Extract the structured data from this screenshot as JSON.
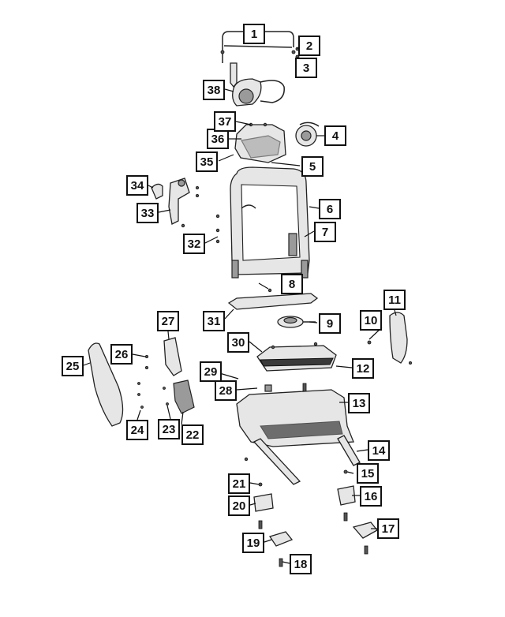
{
  "diagram": {
    "type": "exploded-parts-view",
    "line_color": "#111111",
    "background": "#ffffff",
    "callouts": [
      {
        "id": "c1",
        "label": "1"
      },
      {
        "id": "c2",
        "label": "2"
      },
      {
        "id": "c3",
        "label": "3"
      },
      {
        "id": "c4",
        "label": "4"
      },
      {
        "id": "c5",
        "label": "5"
      },
      {
        "id": "c6",
        "label": "6"
      },
      {
        "id": "c7",
        "label": "7"
      },
      {
        "id": "c8",
        "label": "8"
      },
      {
        "id": "c9",
        "label": "9"
      },
      {
        "id": "c10",
        "label": "10"
      },
      {
        "id": "c11",
        "label": "11"
      },
      {
        "id": "c12",
        "label": "12"
      },
      {
        "id": "c13",
        "label": "13"
      },
      {
        "id": "c14",
        "label": "14"
      },
      {
        "id": "c15",
        "label": "15"
      },
      {
        "id": "c16",
        "label": "16"
      },
      {
        "id": "c17",
        "label": "17"
      },
      {
        "id": "c18",
        "label": "18"
      },
      {
        "id": "c19",
        "label": "19"
      },
      {
        "id": "c20",
        "label": "20"
      },
      {
        "id": "c21",
        "label": "21"
      },
      {
        "id": "c22",
        "label": "22"
      },
      {
        "id": "c23",
        "label": "23"
      },
      {
        "id": "c24",
        "label": "24"
      },
      {
        "id": "c25",
        "label": "25"
      },
      {
        "id": "c26",
        "label": "26"
      },
      {
        "id": "c27",
        "label": "27"
      },
      {
        "id": "c28",
        "label": "28"
      },
      {
        "id": "c29",
        "label": "29"
      },
      {
        "id": "c30",
        "label": "30"
      },
      {
        "id": "c31",
        "label": "31"
      },
      {
        "id": "c32",
        "label": "32"
      },
      {
        "id": "c33",
        "label": "33"
      },
      {
        "id": "c34",
        "label": "34"
      },
      {
        "id": "c35",
        "label": "35"
      },
      {
        "id": "c36",
        "label": "36"
      },
      {
        "id": "c37",
        "label": "37"
      },
      {
        "id": "c38",
        "label": "38"
      }
    ]
  }
}
